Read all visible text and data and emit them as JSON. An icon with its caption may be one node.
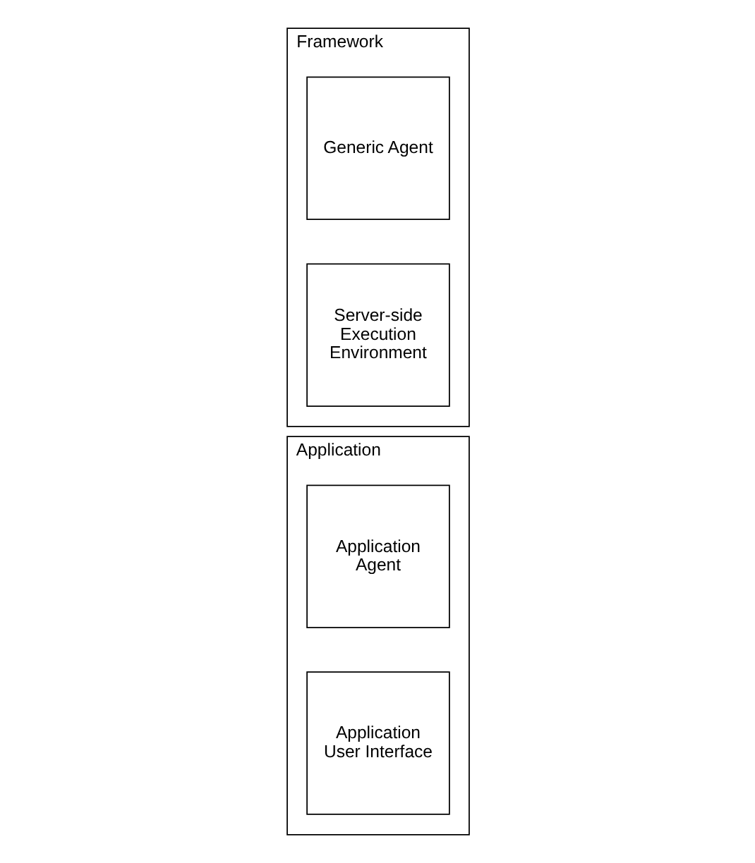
{
  "diagram": {
    "nodes": [
      {
        "text": [
          "Application"
        ]
      },
      {
        "text": [
          "Application Agent"
        ],
        "in": 0
      },
      {
        "text": [
          "Application User Interface"
        ],
        "in": 0
      },
      {
        "text": [
          "Framework"
        ]
      },
      {
        "text": [
          "Generic Agent"
        ],
        "in": 3
      },
      {
        "text": [
          "Server-side Execution Environment"
        ],
        "in": 3
      }
    ]
  }
}
